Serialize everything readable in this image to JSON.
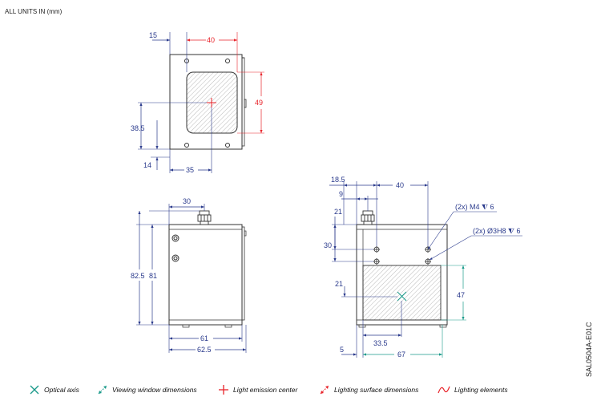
{
  "header": {
    "units_note": "ALL UNITS IN (mm)"
  },
  "colors": {
    "dimension": "#2a3a8c",
    "emission": "#e8232a",
    "viewing": "#1a9a8a",
    "outline": "#333333",
    "hatch": "#888888"
  },
  "front_view": {
    "dim_15": "15",
    "dim_40": "40",
    "dim_49": "49",
    "dim_38_5": "38.5",
    "dim_14": "14",
    "dim_35": "35"
  },
  "side_view_left": {
    "dim_30": "30",
    "dim_82_5": "82.5",
    "dim_81": "81",
    "dim_61": "61",
    "dim_62_5": "62.5"
  },
  "side_view_right": {
    "dim_18_5": "18.5",
    "dim_9": "9",
    "dim_40": "40",
    "dim_21_top": "21",
    "dim_30": "30",
    "dim_21_mid": "21",
    "dim_47": "47",
    "dim_33_5": "33.5",
    "dim_5": "5",
    "dim_67": "67",
    "callout_m4": "(2x) M4 ⧨ 6",
    "callout_h8": "(2x) Ø3H8 ⧨ 6"
  },
  "legend": {
    "optical_axis": "Optical axis",
    "viewing_window": "Viewing window dimensions",
    "emission_center": "Light emission center",
    "lighting_surface": "Lighting surface dimensions",
    "lighting_elements": "Lighting elements"
  },
  "doc_id": "SAL0504A-E01C"
}
